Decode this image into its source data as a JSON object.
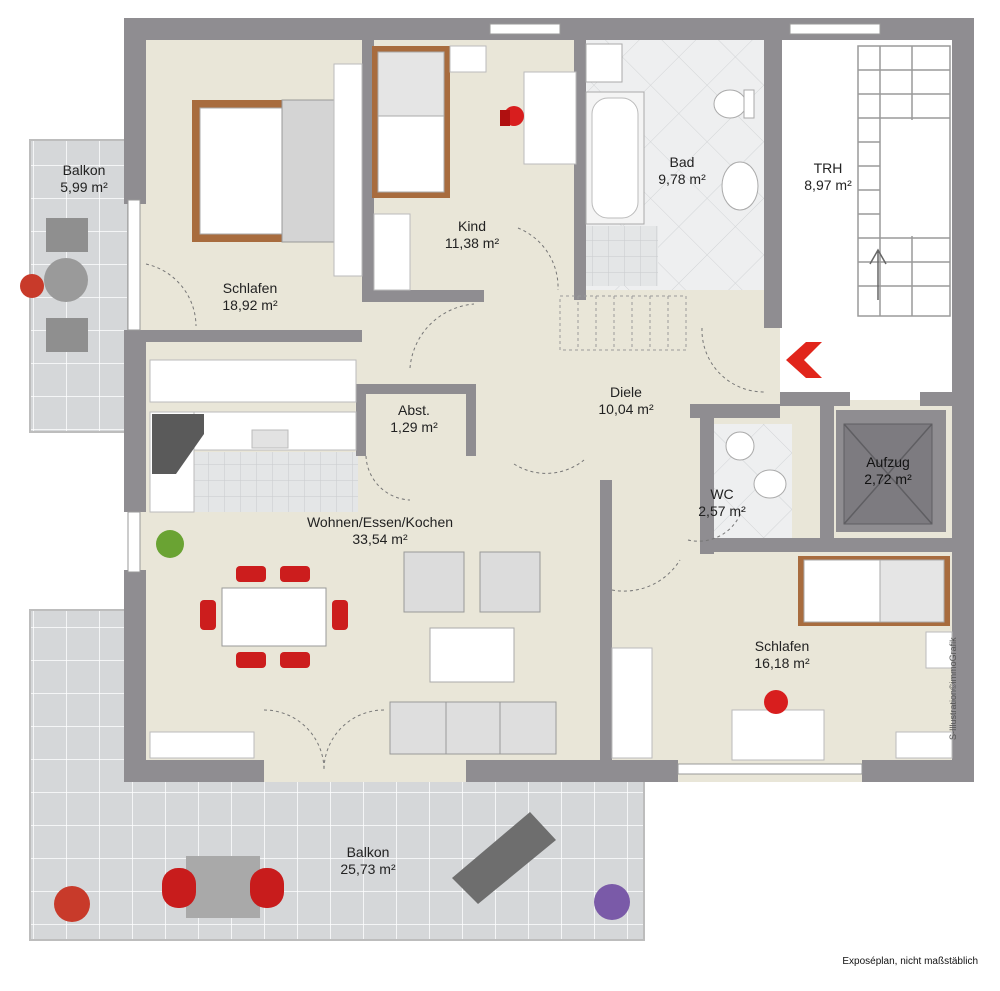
{
  "rooms": [
    {
      "name": "Balkon",
      "area": "5,99 m²"
    },
    {
      "name": "Schlafen",
      "area": "18,92 m²"
    },
    {
      "name": "Kind",
      "area": "11,38 m²"
    },
    {
      "name": "Bad",
      "area": "9,78 m²"
    },
    {
      "name": "TRH",
      "area": "8,97 m²"
    },
    {
      "name": "Abst.",
      "area": "1,29 m²"
    },
    {
      "name": "Diele",
      "area": "10,04 m²"
    },
    {
      "name": "Wohnen/Essen/Kochen",
      "area": "33,54 m²"
    },
    {
      "name": "WC",
      "area": "2,57 m²"
    },
    {
      "name": "Aufzug",
      "area": "2,72 m²"
    },
    {
      "name": "Schlafen",
      "area": "16,18 m²"
    },
    {
      "name": "Balkon",
      "area": "25,73 m²"
    }
  ],
  "footer": "Exposéplan, nicht maßstäblich",
  "credit": "S-Illustration©immoGrafik",
  "colors": {
    "wall": "#8f8d91",
    "floor": "#e9e6d8",
    "tile": "#d7d9db",
    "tile_line": "#ffffff",
    "furniture": "#ffffff",
    "accent": "#e1251b"
  }
}
